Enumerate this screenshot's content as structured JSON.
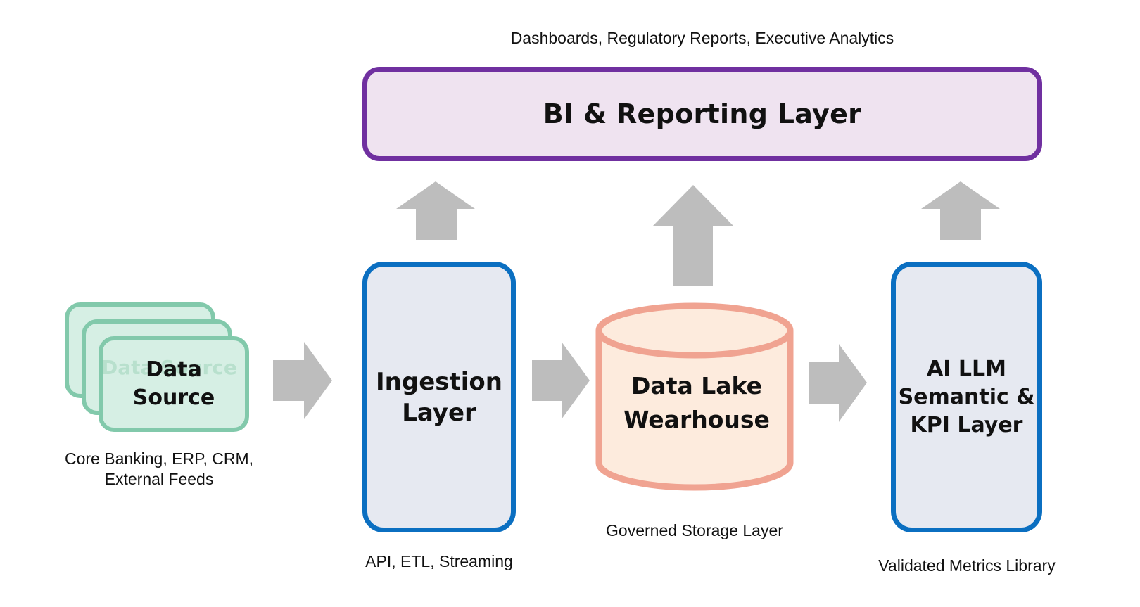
{
  "diagram": {
    "bi_layer": {
      "title": "BI & Reporting Layer",
      "caption": "Dashboards, Regulatory Reports, Executive Analytics"
    },
    "data_source": {
      "ghost_text": "Data Source",
      "title_line1": "Data",
      "title_line2": "Source",
      "caption_line1": "Core Banking, ERP, CRM,",
      "caption_line2": "External Feeds"
    },
    "ingestion_layer": {
      "title_line1": "Ingestion",
      "title_line2": "Layer",
      "caption": "API, ETL, Streaming"
    },
    "data_lake": {
      "title_line1": "Data Lake",
      "title_line2": "Wearhouse",
      "caption": "Governed Storage Layer"
    },
    "semantic_layer": {
      "title_line1": "AI LLM",
      "title_line2": "Semantic &",
      "title_line3": "KPI Layer",
      "caption": "Validated Metrics Library"
    },
    "colors": {
      "bi_border": "#7030a0",
      "bi_fill": "#efe3f0",
      "layer_border": "#0b6fc1",
      "layer_fill": "#e6e9f1",
      "source_border": "#82c9ab",
      "source_fill": "#d6efe4",
      "lake_border": "#f0a391",
      "lake_fill": "#fdebdd",
      "arrow_fill": "#bdbdbd"
    },
    "icons": [
      "arrow-right-icon",
      "arrow-up-icon",
      "cylinder-icon"
    ]
  }
}
